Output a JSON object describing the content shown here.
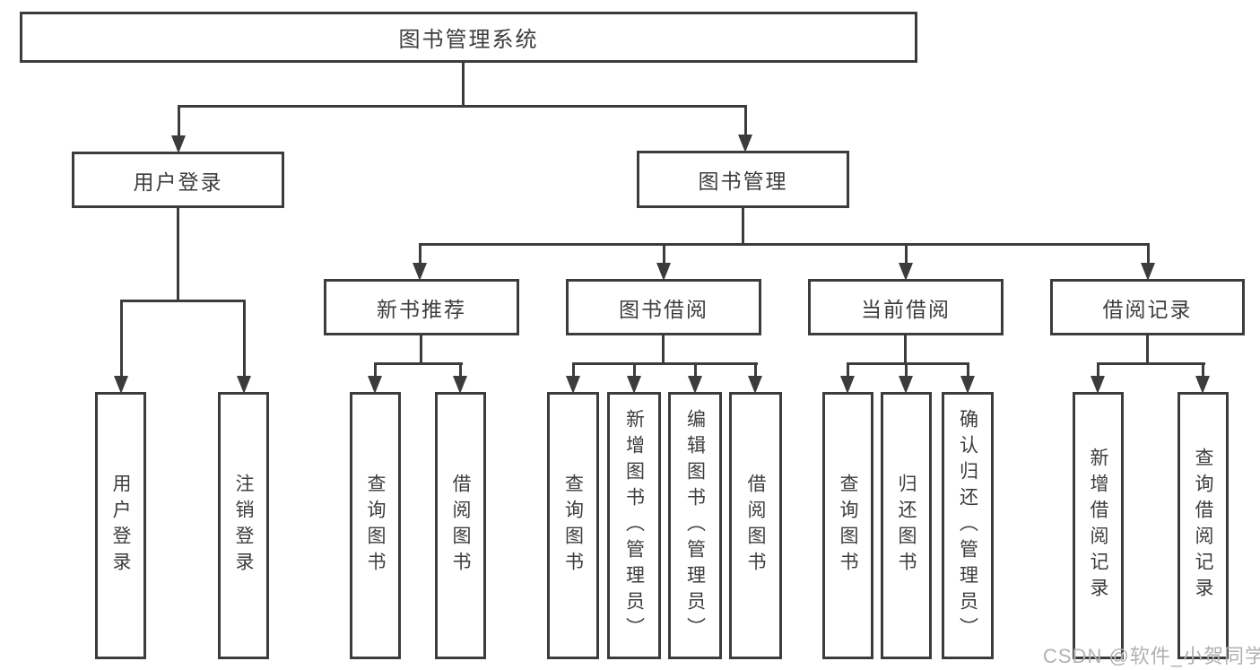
{
  "title": {
    "label": "图书管理系统"
  },
  "level2": {
    "user_login": "用户登录",
    "book_management": "图书管理"
  },
  "level3": {
    "new_book_recommend": "新书推荐",
    "book_borrowing": "图书借阅",
    "current_borrowing": "当前借阅",
    "borrowing_records": "借阅记录"
  },
  "leaves": {
    "user_login": "用户登录",
    "logout": "注销登录",
    "query_books_recommend": "查询图书",
    "borrow_books_recommend": "借阅图书",
    "query_books_borrowing": "查询图书",
    "add_books_admin": "新增图书（管理员）",
    "edit_books_admin": "编辑图书（管理员）",
    "borrow_books_borrowing": "借阅图书",
    "query_books_current": "查询图书",
    "return_books": "归还图书",
    "confirm_return_admin": "确认归还（管理员）",
    "add_borrowing_record": "新增借阅记录",
    "query_borrowing_record": "查询借阅记录"
  },
  "watermark": "CSDN @软件_小贺同学",
  "colors": {
    "line": "#3c3c3c",
    "text": "#3d3d3d",
    "box_fill": "#ffffff",
    "background": "#ffffff",
    "watermark": "#b3b0b0"
  }
}
